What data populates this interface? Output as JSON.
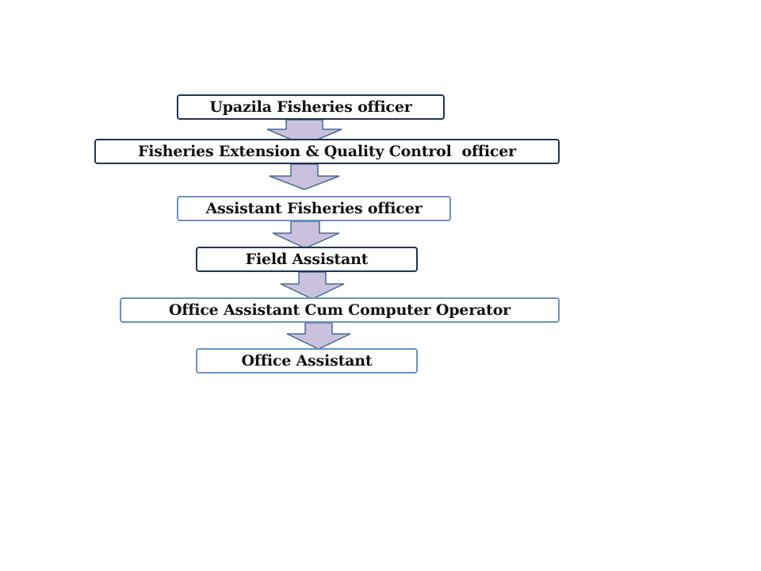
{
  "diagram": {
    "boxes": [
      {
        "label": "Upazila Fisheries officer",
        "border": "dark"
      },
      {
        "label": "Fisheries Extension & Quality Control  officer",
        "border": "dark"
      },
      {
        "label": "Assistant Fisheries officer",
        "border": "light"
      },
      {
        "label": "Field Assistant",
        "border": "dark"
      },
      {
        "label": "Office Assistant Cum Computer Operator",
        "border": "light"
      },
      {
        "label": "Office Assistant",
        "border": "light"
      }
    ],
    "arrow_icon": "down-block-arrow-icon",
    "colors": {
      "dark_border": "#1f3550",
      "light_border": "#6a92c4",
      "arrow_fill": "#c9c1dd",
      "arrow_stroke": "#4a6a94"
    }
  }
}
